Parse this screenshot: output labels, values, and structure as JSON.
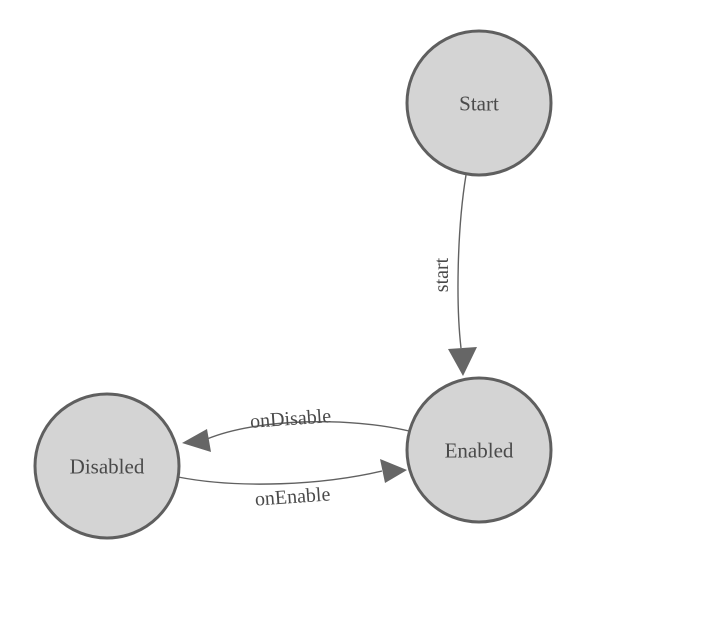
{
  "diagram": {
    "type": "state-machine",
    "nodes": [
      {
        "id": "start",
        "label": "Start"
      },
      {
        "id": "enabled",
        "label": "Enabled"
      },
      {
        "id": "disabled",
        "label": "Disabled"
      }
    ],
    "edges": [
      {
        "from": "Start",
        "to": "Enabled",
        "label": "start"
      },
      {
        "from": "Enabled",
        "to": "Disabled",
        "label": "onDisable"
      },
      {
        "from": "Disabled",
        "to": "Enabled",
        "label": "onEnable"
      }
    ],
    "colors": {
      "background": "#ffffff",
      "node_fill": "#d4d4d4",
      "node_stroke": "#5f5f5f",
      "edge_stroke": "#616161",
      "arrow_fill": "#666666",
      "text": "#4a4a4a"
    }
  }
}
